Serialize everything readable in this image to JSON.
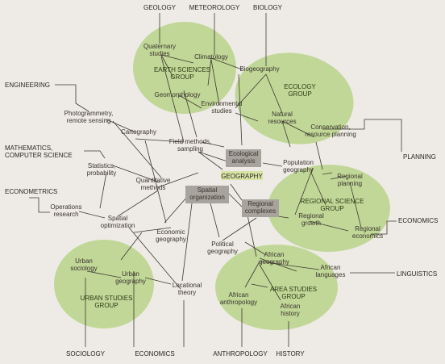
{
  "ring_labels": {
    "geology": "GEOLOGY",
    "meteorology": "METEOROLOGY",
    "biology": "BIOLOGY",
    "engineering": "ENGINEERING",
    "math_cs": [
      "MATHEMATICS,",
      "COMPUTER SCIENCE"
    ],
    "econometrics": "ECONOMETRICS",
    "planning": "PLANNING",
    "economics_right": "ECONOMICS",
    "linguistics": "LINGUISTICS",
    "sociology": "SOCIOLOGY",
    "economics_bottom": "ECONOMICS",
    "anthropology": "ANTHROPOLOGY",
    "history": "HISTORY"
  },
  "groups": {
    "earth_sciences": [
      "EARTH SCIENCES",
      "GROUP"
    ],
    "ecology": [
      "ECOLOGY",
      "GROUP"
    ],
    "regional_science": [
      "REGIONAL SCIENCE",
      "GROUP"
    ],
    "urban_studies": [
      "URBAN STUDIES",
      "GROUP"
    ],
    "area_studies": [
      "AREA STUDIES",
      "GROUP"
    ]
  },
  "topics": {
    "quaternary": [
      "Quaternary",
      "studies"
    ],
    "climatology": [
      "Climatology"
    ],
    "geomorphology": [
      "Geomorphology"
    ],
    "biogeography": [
      "Biogeography"
    ],
    "environmental": [
      "Environmental",
      "studies"
    ],
    "natural_resources": [
      "Natural",
      "resources"
    ],
    "conservation": [
      "Conservation,",
      "resource planning"
    ],
    "photogrammetry": [
      "Photogrammetry,",
      "remote sensing"
    ],
    "cartography": [
      "Cartography"
    ],
    "field_methods": [
      "Field methods,",
      "sampling"
    ],
    "statistics": [
      "Statistics,",
      "probability"
    ],
    "quantitative": [
      "Quantitative",
      "methods"
    ],
    "operations": [
      "Operations",
      "research"
    ],
    "spatial_optimization": [
      "Spatial",
      "optimization"
    ],
    "population": [
      "Population",
      "geography"
    ],
    "regional_planning": [
      "Regional",
      "planning"
    ],
    "regional_growth": [
      "Regional",
      "growth"
    ],
    "regional_economics": [
      "Regional",
      "economics"
    ],
    "economic_geo": [
      "Economic",
      "geography"
    ],
    "political_geo": [
      "Political",
      "geography"
    ],
    "african_geo": [
      "African",
      "geography"
    ],
    "african_lang": [
      "African",
      "languages"
    ],
    "african_anthro": [
      "African",
      "anthropology"
    ],
    "african_history": [
      "African",
      "history"
    ],
    "urban_sociology": [
      "Urban",
      "sociology"
    ],
    "urban_geography": [
      "Urban",
      "geography"
    ],
    "locational": [
      "Locational",
      "theory"
    ]
  },
  "central": {
    "ecological": [
      "Ecological",
      "analysis"
    ],
    "geography": "GEOGRAPHY",
    "spatial": [
      "Spatial",
      "organization"
    ],
    "regional_complexes": [
      "Regional",
      "complexes"
    ]
  }
}
